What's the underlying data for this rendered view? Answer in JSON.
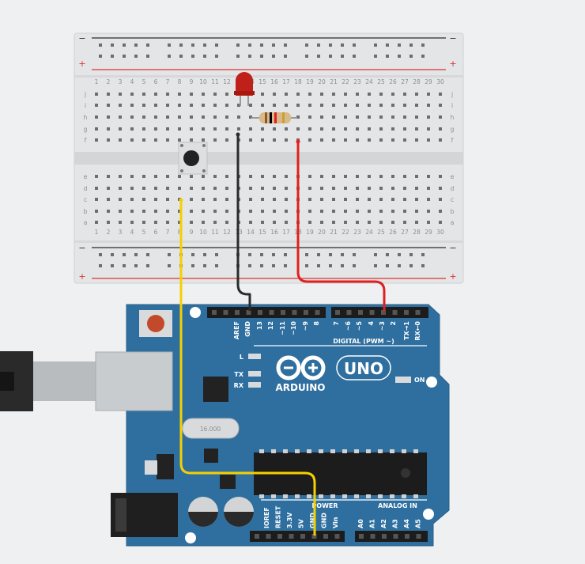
{
  "breadboard": {
    "row_letters_top": [
      "j",
      "i",
      "h",
      "g",
      "f"
    ],
    "row_letters_bottom": [
      "e",
      "d",
      "c",
      "b",
      "a"
    ],
    "columns": 30,
    "rail_minus": "−",
    "rail_plus": "+"
  },
  "arduino": {
    "digital_pins": [
      "AREF",
      "GND",
      "13",
      "12",
      "~11",
      "~10",
      "~9",
      "8",
      "7",
      "~6",
      "~5",
      "4",
      "~3",
      "2",
      "TX→1",
      "RX←0"
    ],
    "digital_header": "DIGITAL (PWM ~)",
    "led_labels": [
      "L",
      "TX",
      "RX"
    ],
    "on_label": "ON",
    "brand": "ARDUINO",
    "model": "UNO",
    "crystal": "16.000",
    "power_header": "POWER",
    "analog_header": "ANALOG IN",
    "power_pins": [
      "IOREF",
      "RESET",
      "3.3V",
      "5V",
      "GND",
      "GND",
      "Vin"
    ],
    "analog_pins": [
      "A0",
      "A1",
      "A2",
      "A3",
      "A4",
      "A5"
    ]
  },
  "colors": {
    "board": "#2f6f9f",
    "wire_black": "#2b2b2b",
    "wire_red": "#e02020",
    "wire_yellow": "#f5d000",
    "led": "#c0201a",
    "button": "#222222"
  },
  "icons": [
    "arduino-infinity-logo",
    "pushbutton-icon",
    "led-icon",
    "resistor-icon",
    "usb-connector-icon",
    "power-jack-icon",
    "reset-button-icon"
  ]
}
